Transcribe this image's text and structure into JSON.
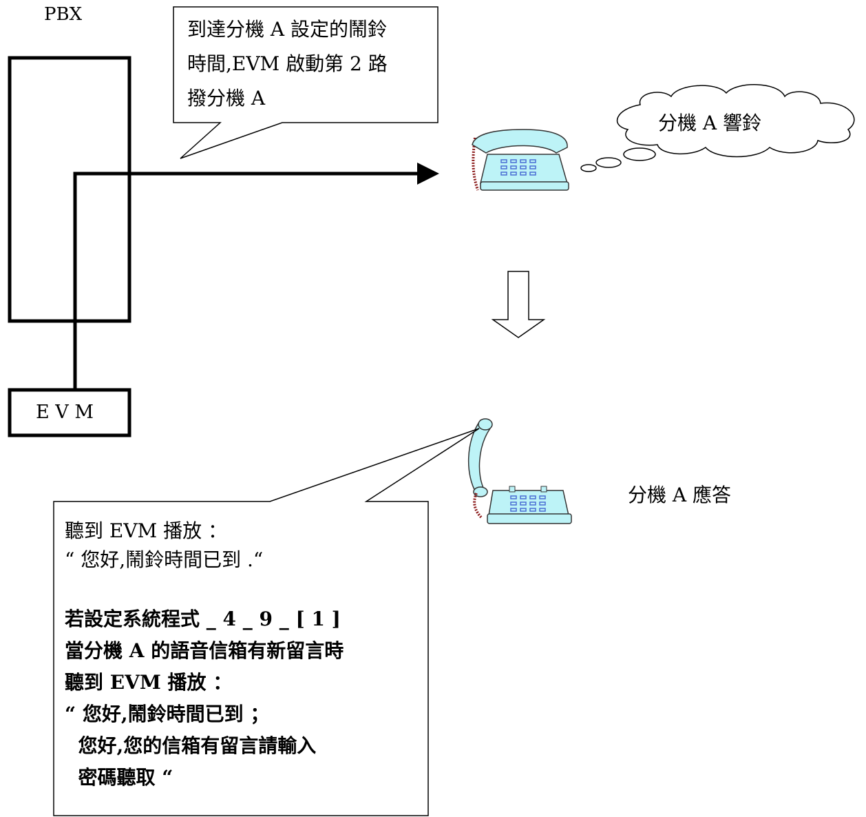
{
  "pbx": {
    "label": "PBX"
  },
  "evm": {
    "label": "E V M"
  },
  "callout_top": {
    "lines": [
      "到達分機 A 設定的鬧鈴",
      "時間,EVM 啟動第 2 路",
      "撥分機 A"
    ]
  },
  "thought": {
    "label": "分機 A 響鈴"
  },
  "answer": {
    "label": "分機 A  應答"
  },
  "callout_bottom": {
    "lines": [
      "聽到 EVM  播放 ：",
      "“ 您好,鬧鈴時間已到 .“"
    ],
    "bold_lines": [
      "若設定系統程式  _ 4 _ 9 _ [ 1 ]",
      "當分機 A 的語音信箱有新留言時",
      "聽到 EVM  播放 ：",
      "“ 您好,鬧鈴時間已到 ；",
      "  您好,您的信箱有留言請輸入",
      "  密碼聽取 “"
    ]
  },
  "colors": {
    "phone": "#bdf3f7",
    "keypad": "#4a6cd4",
    "cord": "#8b1a1a"
  },
  "icons": [
    "ringing-phone-icon",
    "answered-phone-icon",
    "down-arrow-icon"
  ]
}
